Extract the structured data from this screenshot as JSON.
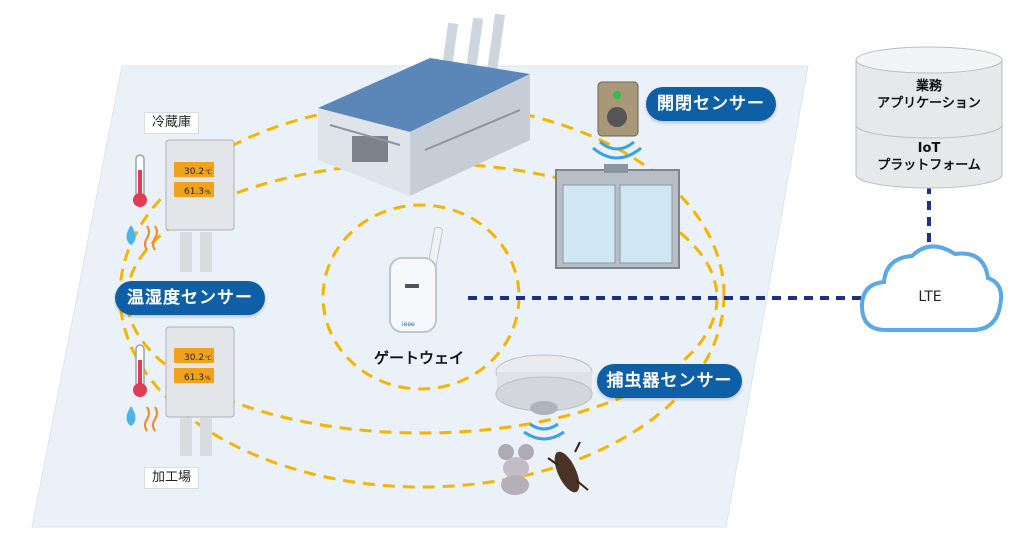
{
  "labels": {
    "refrigerator": "冷蔵庫",
    "processing": "加工場",
    "temp_humidity_sensor": "温湿度センサー",
    "gateway": "ゲートウェイ",
    "open_close_sensor": "開閉センサー",
    "pest_sensor": "捕虫器センサー",
    "lte": "LTE",
    "business_app": "業務\nアプリケーション",
    "iot_platform": "IoT\nプラットフォーム"
  },
  "sensor_readings": {
    "temperature": "30.2",
    "temperature_unit": "℃",
    "humidity": "61.3",
    "humidity_unit": "%"
  },
  "gateway_badge": "ieee",
  "colors": {
    "pill": "#0f5fa6",
    "ring": "#f5b400",
    "link": "#1e2f8a",
    "floor": "#eaf1f9",
    "cloud_stroke": "#5aa9e6"
  }
}
